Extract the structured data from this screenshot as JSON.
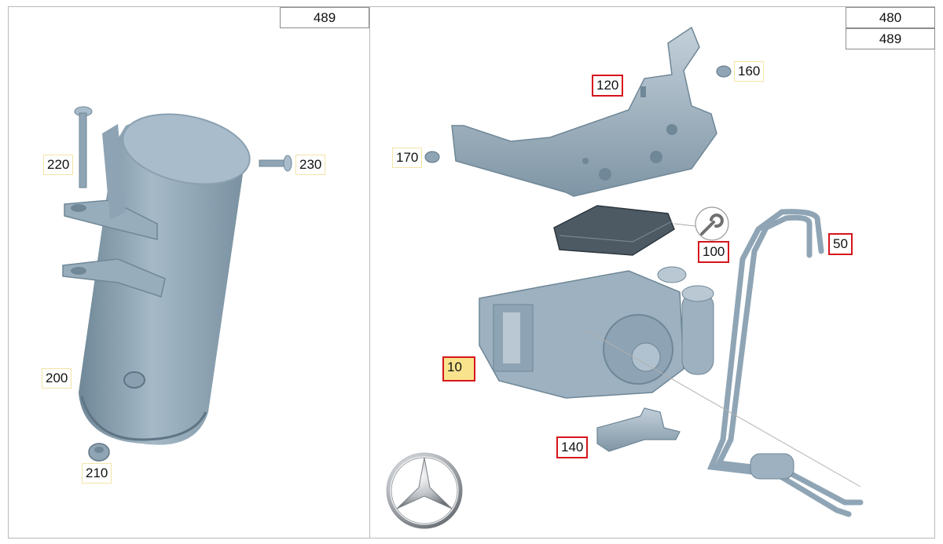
{
  "diagram": {
    "left_panel": {
      "ref_boxes": [
        "489"
      ],
      "callouts": [
        {
          "id": "220",
          "label": "220",
          "style": "plain"
        },
        {
          "id": "230",
          "label": "230",
          "style": "plain"
        },
        {
          "id": "200",
          "label": "200",
          "style": "plain"
        },
        {
          "id": "210",
          "label": "210",
          "style": "plain"
        }
      ]
    },
    "right_panel": {
      "ref_boxes": [
        "480",
        "489"
      ],
      "callouts": [
        {
          "id": "120",
          "label": "120",
          "style": "red"
        },
        {
          "id": "160",
          "label": "160",
          "style": "plain"
        },
        {
          "id": "170",
          "label": "170",
          "style": "plain"
        },
        {
          "id": "100",
          "label": "100",
          "style": "red"
        },
        {
          "id": "50",
          "label": "50",
          "style": "red"
        },
        {
          "id": "10",
          "label": "10",
          "style": "yellow"
        },
        {
          "id": "140",
          "label": "140",
          "style": "red"
        }
      ]
    },
    "colors": {
      "part_fill": "#8fa5b5",
      "part_shadow": "#6f8797",
      "highlight_red": "#d5141c",
      "highlight_yellow": "#f9e48d"
    },
    "icons": [
      "wrench-icon",
      "mercedes-star-logo"
    ]
  }
}
